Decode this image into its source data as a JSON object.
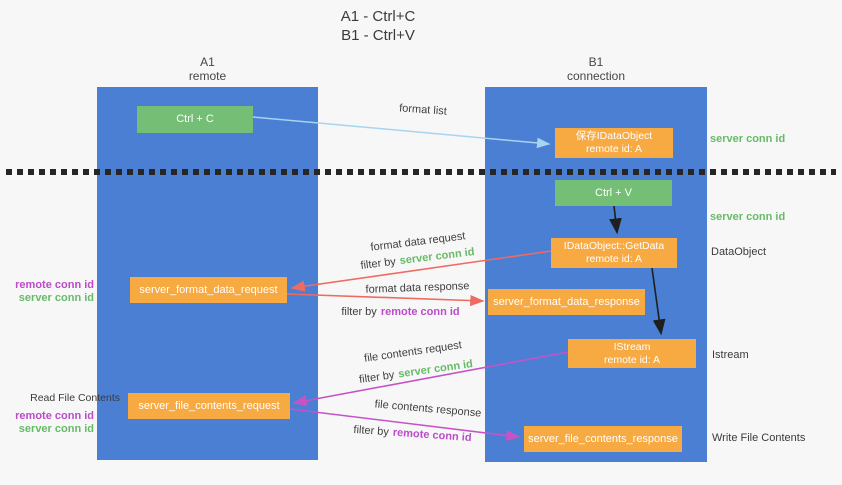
{
  "title": {
    "line1": "A1 - Ctrl+C",
    "line2": "B1 - Ctrl+V"
  },
  "lanes": {
    "left": {
      "name": "A1",
      "role": "remote"
    },
    "right": {
      "name": "B1",
      "role": "connection"
    }
  },
  "nodes": {
    "ctrl_c": {
      "label": "Ctrl + C"
    },
    "ctrl_v": {
      "label": "Ctrl + V"
    },
    "save_dataobject": {
      "line1": "保存IDataObject",
      "line2": "remote id: A"
    },
    "getdata": {
      "line1": "IDataObject::GetData",
      "line2": "remote id: A"
    },
    "istream": {
      "line1": "IStream",
      "line2": "remote id: A"
    },
    "format_request": {
      "label": "server_format_data_request"
    },
    "format_response": {
      "label": "server_format_data_response"
    },
    "file_request": {
      "label": "server_file_contents_request"
    },
    "file_response": {
      "label": "server_file_contents_response"
    }
  },
  "arrows": {
    "format_list": {
      "label": "format list"
    },
    "format_request": {
      "label": "format data request",
      "filter_prefix": "filter by",
      "filter_key": "server conn id"
    },
    "format_response": {
      "label": "format data response",
      "filter_prefix": "filter by",
      "filter_key": "remote conn id"
    },
    "file_request": {
      "label": "file contents request",
      "filter_prefix": "filter by",
      "filter_key": "server conn id"
    },
    "file_response": {
      "label": "file contents response",
      "filter_prefix": "filter by",
      "filter_key": "remote conn id"
    }
  },
  "annotations": {
    "right": {
      "server_conn_id_1": "server conn id",
      "server_conn_id_2": "server conn id",
      "dataobject": "DataObject",
      "istream": "Istream",
      "write_file_contents": "Write File Contents"
    },
    "left": {
      "remote_conn_id_1": "remote conn id",
      "server_conn_id_1": "server conn id",
      "read_file_contents": "Read File Contents",
      "remote_conn_id_2": "remote conn id",
      "server_conn_id_2": "server conn id"
    }
  },
  "colors": {
    "lane-blue": "#4a7fd4",
    "node-green": "#74bf75",
    "node-orange": "#f7a942",
    "label-green": "#66bb67",
    "label-purple": "#bb4bc8",
    "arrow-red": "#ee6b61",
    "arrow-magenta": "#c653c6",
    "arrow-lightblue": "#a5d5f0"
  }
}
